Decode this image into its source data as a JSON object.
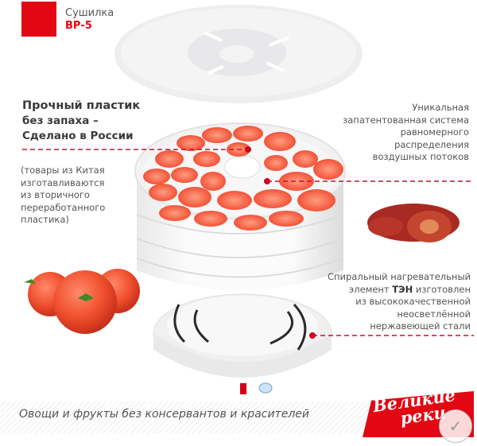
{
  "brand": {
    "product_type": "Сушилка",
    "model": "ВР-5",
    "accent_color": "#e30613"
  },
  "callouts": {
    "left": {
      "heading": [
        "Прочный пластик",
        "без запаха –",
        "Сделано в России"
      ],
      "note": [
        "(товары из Китая",
        "изготавливаются",
        "из вторичного",
        "переработанного",
        "пластика)"
      ]
    },
    "right_top": {
      "lines": [
        "Уникальная",
        "запатентованная система",
        "равномерного",
        "распределения",
        "воздушных потоков"
      ]
    },
    "right_bottom": {
      "line1": "Спиральный нагревательный",
      "line2_prefix": "элемент ",
      "line2_bold": "ТЭН",
      "line2_suffix": " изготовлен",
      "line3": "из высококачественной",
      "line4": "неосветлённой",
      "line5": "нержавеющей стали"
    }
  },
  "footer": {
    "tagline": "Овощи и фрукты без консервантов и красителей",
    "logo_line1": "Великие",
    "logo_line2": "реки",
    "stamp_icon": "✓"
  },
  "images": {
    "lid": "dehydrator-lid",
    "trays": "dehydrator-trays-with-tomato-slices",
    "base": "dehydrator-base-with-heating-element",
    "fresh_tomatoes": "fresh-tomatoes",
    "dried_tomatoes": "dried-tomatoes"
  }
}
